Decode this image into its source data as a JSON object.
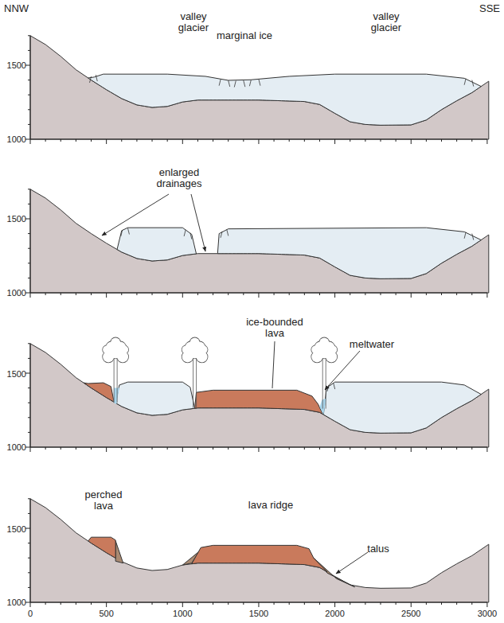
{
  "diagram": {
    "labels": [
      "NNW",
      "SSE",
      "valley glacier",
      "marginal ice",
      "valley glacier",
      "1500",
      "1000",
      "enlarged drainages",
      "1500",
      "1000",
      "ice-bounded lava",
      "meltwater",
      "1500",
      "1000",
      "perched lava",
      "lava ridge",
      "talus",
      "1500",
      "1000",
      "0",
      "500",
      "1000",
      "1500",
      "2000",
      "2500",
      "3000"
    ]
  }
}
